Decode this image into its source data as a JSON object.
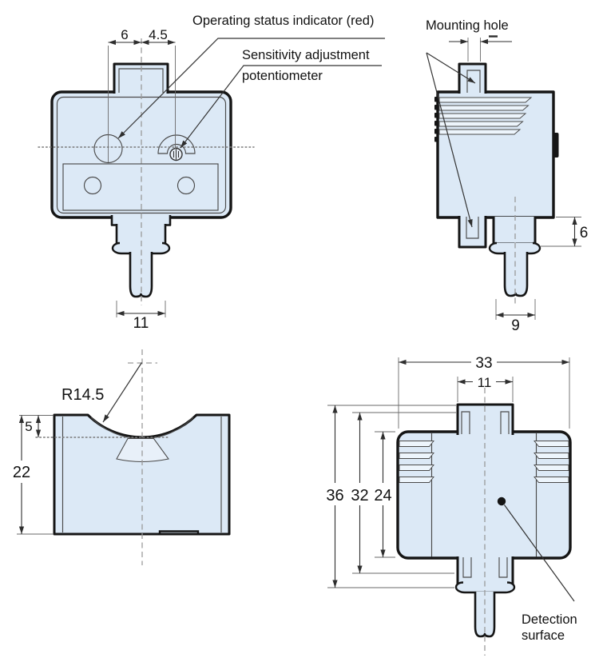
{
  "colors": {
    "body_fill": "#dce9f6",
    "slat_fill": "#edf5fc",
    "outline": "#151515",
    "dim_line": "#2e2e2e",
    "centerline": "#9a9a9a"
  },
  "front_view": {
    "callouts": {
      "operating_status": "Operating status indicator (red)",
      "sensitivity_line1": "Sensitivity adjustment",
      "sensitivity_line2": "potentiometer"
    },
    "dims": {
      "led_offset": "6",
      "pot_offset": "4.5",
      "cable_width": "11"
    }
  },
  "side_view": {
    "callouts": {
      "mounting_hole": "Mounting hole"
    },
    "dims": {
      "connector_height": "6",
      "connector_width": "9"
    }
  },
  "top_view": {
    "dims": {
      "recess_radius": "R14.5",
      "recess_depth": "5",
      "depth": "22"
    }
  },
  "rear_view": {
    "callouts": {
      "detection_line1": "Detection",
      "detection_line2": "surface"
    },
    "dims": {
      "width": "33",
      "tab_width": "11",
      "overall_height": "36",
      "inner_height": "32",
      "body_height": "24"
    }
  }
}
